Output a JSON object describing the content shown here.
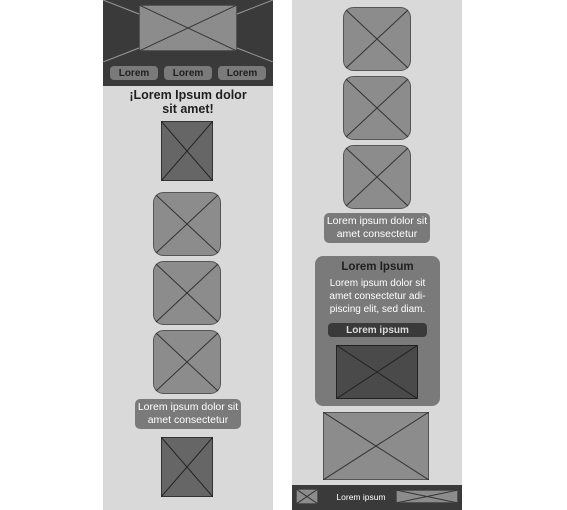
{
  "left_panel": {
    "nav_buttons": [
      "Lorem",
      "Lorem",
      "Lorem"
    ],
    "heading_line1": "¡Lorem Ipsum dolor",
    "heading_line2": "sit amet!",
    "caption_line1": "Lorem ipsum dolor sit",
    "caption_line2": "amet consectetur"
  },
  "right_panel": {
    "caption_line1": "Lorem ipsum dolor sit",
    "caption_line2": "amet consectetur",
    "card": {
      "title": "Lorem Ipsum",
      "body_line1": "Lorem ipsum dolor sit",
      "body_line2": "amet consectetur adi-",
      "body_line3": "piscing elit, sed diam.",
      "button_label": "Lorem ipsum"
    },
    "footer_label": "Lorem ipsum"
  },
  "icons": {
    "image_placeholder": "image-placeholder-icon"
  },
  "colors": {
    "panel_bg": "#d9d9d9",
    "header_bg": "#3a3a3a",
    "placeholder_fill": "#8c8c8c",
    "placeholder_dark": "#666666",
    "pill_bg": "#7a7a7a",
    "card_bg": "#7a7a7a",
    "footer_bg": "#3a3a3a"
  }
}
